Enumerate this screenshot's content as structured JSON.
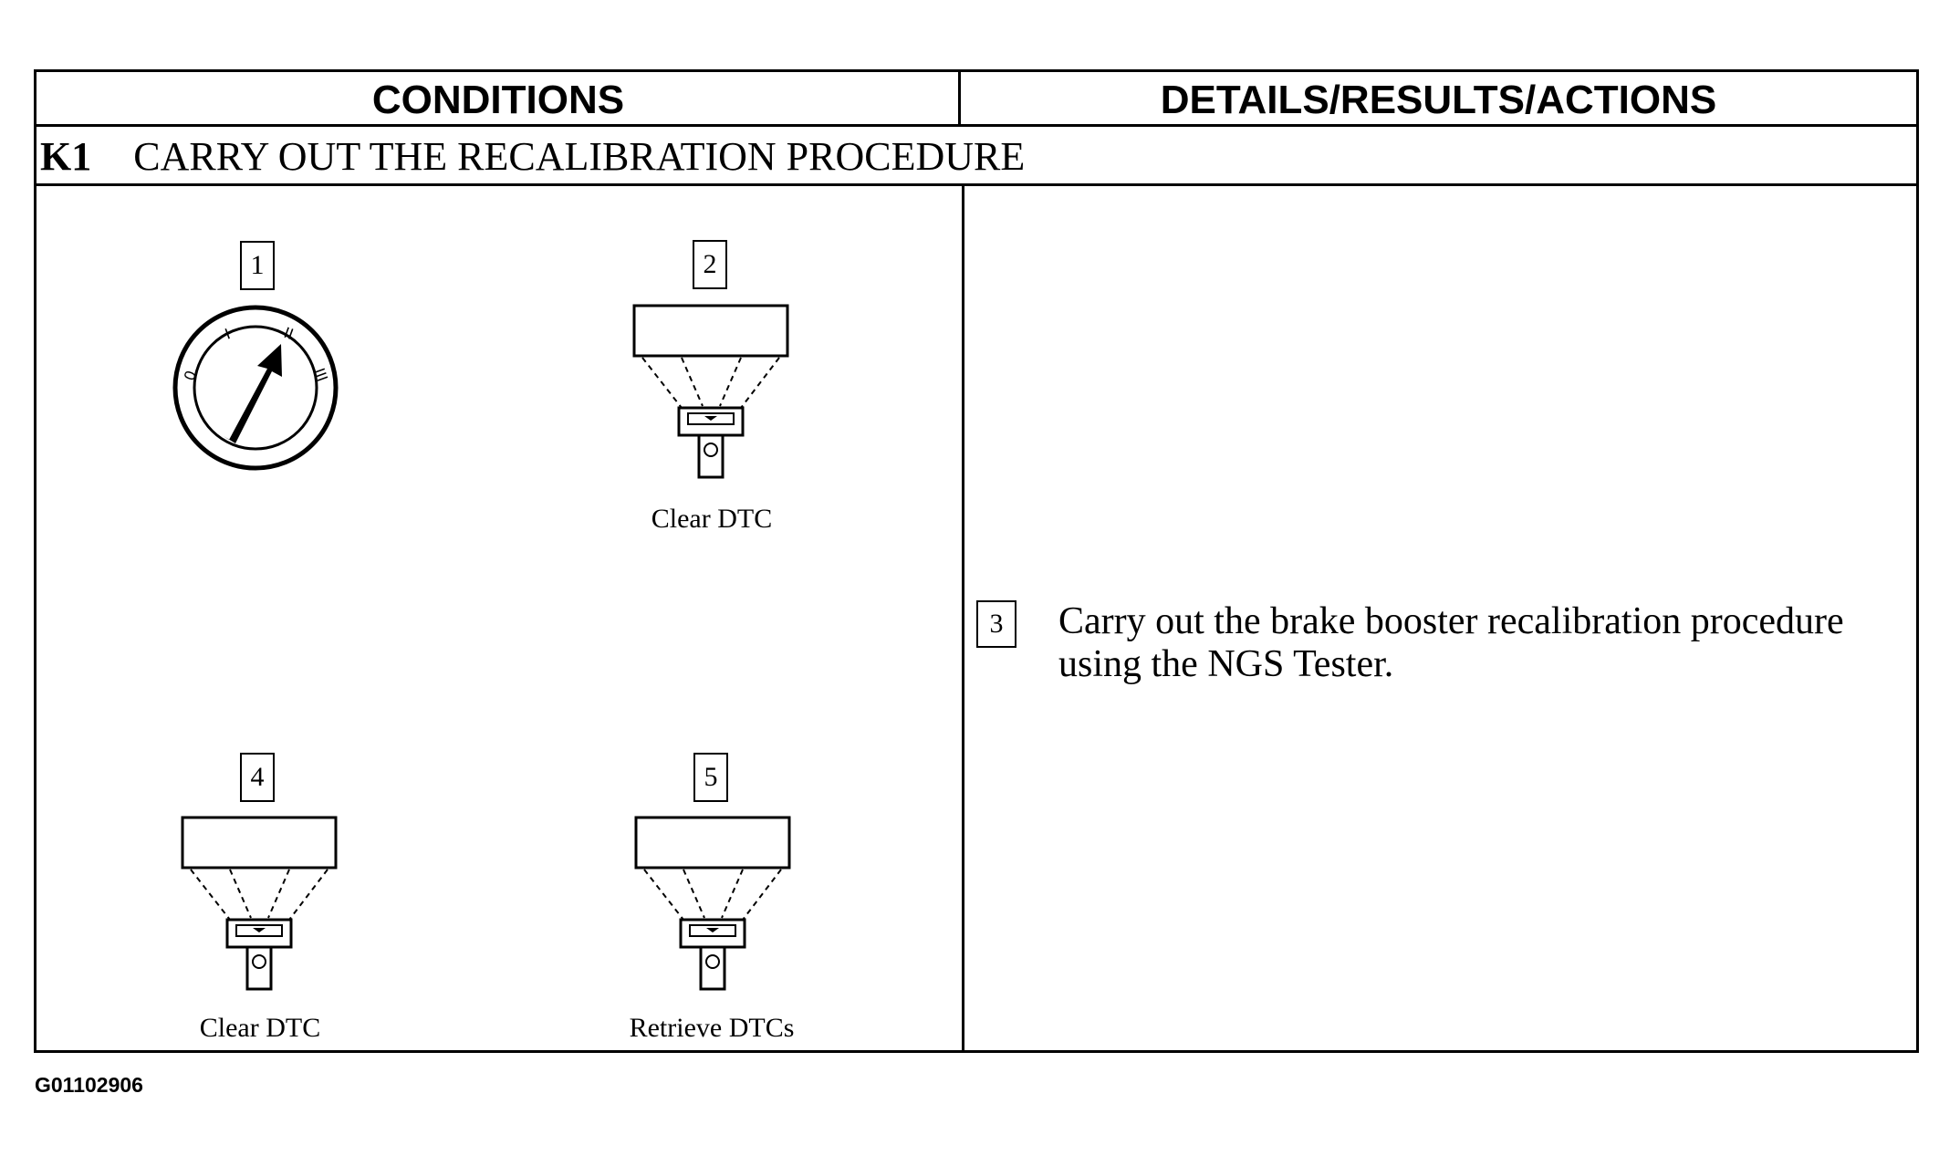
{
  "table": {
    "col_conditions": "CONDITIONS",
    "col_details": "DETAILS/RESULTS/ACTIONS",
    "step_code": "K1",
    "step_title": "CARRY OUT THE RECALIBRATION PROCEDURE"
  },
  "steps": [
    {
      "num": "1",
      "icon": "ignition-switch-icon",
      "caption": "",
      "switch_labels": [
        "0",
        "I",
        "II",
        "III"
      ]
    },
    {
      "num": "2",
      "icon": "ngs-tester-icon",
      "caption": "Clear DTC"
    },
    {
      "num": "4",
      "icon": "ngs-tester-icon",
      "caption": "Clear DTC"
    },
    {
      "num": "5",
      "icon": "ngs-tester-icon",
      "caption": "Retrieve DTCs"
    }
  ],
  "action": {
    "num": "3",
    "text": "Carry out the brake booster recalibration procedure using the NGS Tester."
  },
  "figure_id": "G01102906"
}
